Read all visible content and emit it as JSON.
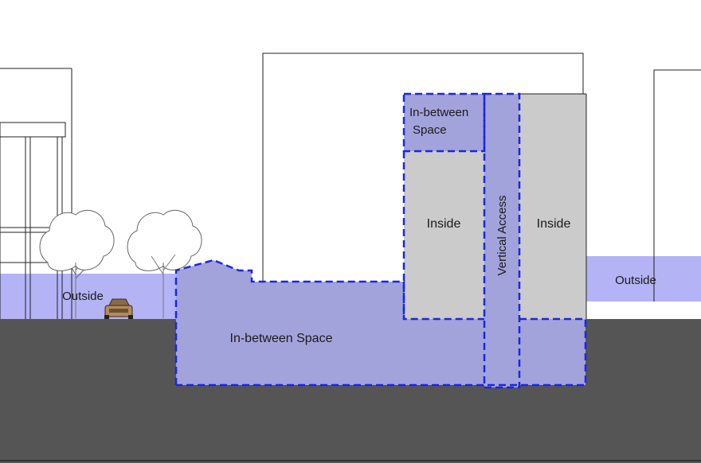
{
  "labels": {
    "outside_left": "Outside",
    "outside_right": "Outside",
    "inbetween_bottom": "In-between Space",
    "inbetween_top_line1": "In-between",
    "inbetween_top_line2": "Space",
    "inside_left": "Inside",
    "inside_right": "Inside",
    "vertical_access": "Vertical Access"
  },
  "colors": {
    "ground": "#555555",
    "outside_fill": "#b3b3f5",
    "inbetween_fill": "#a3a3dc",
    "inside_fill": "#cbcbcb",
    "dash_outline": "#1a26e6",
    "building_outline": "#222222",
    "car_body": "#b58a5a"
  }
}
